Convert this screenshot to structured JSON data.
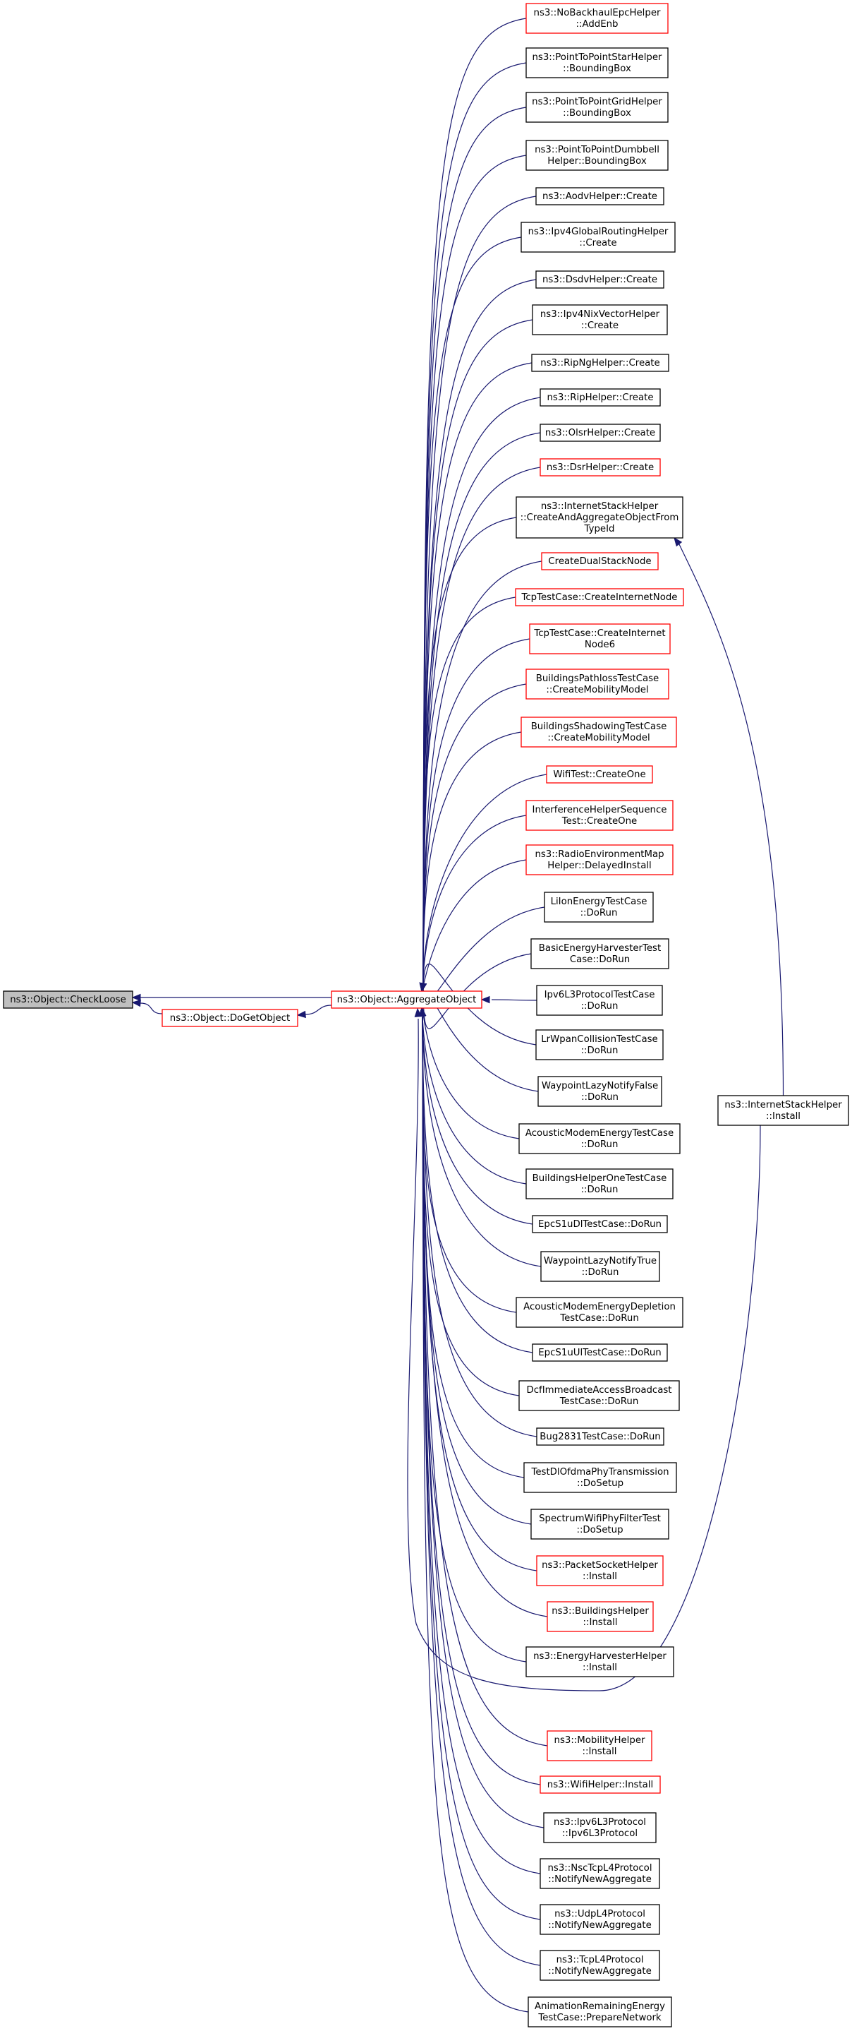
{
  "colors": {
    "edge": "#191970",
    "border_default": "#000000",
    "border_red": "#ff0000",
    "fill_default": "#ffffff",
    "fill_current": "#bfbfbf"
  },
  "nodes": [
    {
      "id": "checkloose",
      "lines": [
        "ns3::Object::CheckLoose"
      ],
      "style": "current"
    },
    {
      "id": "dogetobject",
      "lines": [
        "ns3::Object::DoGetObject"
      ],
      "style": "red"
    },
    {
      "id": "aggregateobject",
      "lines": [
        "ns3::Object::AggregateObject"
      ],
      "style": "red"
    },
    {
      "id": "internetstackhelper-install",
      "lines": [
        "ns3::InternetStackHelper",
        "::Install"
      ],
      "style": "black"
    },
    {
      "id": "nobackhaul-addenb",
      "lines": [
        "ns3::NoBackhaulEpcHelper",
        "::AddEnb"
      ],
      "style": "red"
    },
    {
      "id": "p2pstar-boundingbox",
      "lines": [
        "ns3::PointToPointStarHelper",
        "::BoundingBox"
      ],
      "style": "black"
    },
    {
      "id": "p2pgrid-boundingbox",
      "lines": [
        "ns3::PointToPointGridHelper",
        "::BoundingBox"
      ],
      "style": "black"
    },
    {
      "id": "p2pdumbbell-boundingbox",
      "lines": [
        "ns3::PointToPointDumbbell",
        "Helper::BoundingBox"
      ],
      "style": "black"
    },
    {
      "id": "aodv-create",
      "lines": [
        "ns3::AodvHelper::Create"
      ],
      "style": "black"
    },
    {
      "id": "ipv4globalrouting-create",
      "lines": [
        "ns3::Ipv4GlobalRoutingHelper",
        "::Create"
      ],
      "style": "black"
    },
    {
      "id": "dsdv-create",
      "lines": [
        "ns3::DsdvHelper::Create"
      ],
      "style": "black"
    },
    {
      "id": "ipv4nixvector-create",
      "lines": [
        "ns3::Ipv4NixVectorHelper",
        "::Create"
      ],
      "style": "black"
    },
    {
      "id": "ripng-create",
      "lines": [
        "ns3::RipNgHelper::Create"
      ],
      "style": "black"
    },
    {
      "id": "rip-create",
      "lines": [
        "ns3::RipHelper::Create"
      ],
      "style": "black"
    },
    {
      "id": "olsr-create",
      "lines": [
        "ns3::OlsrHelper::Create"
      ],
      "style": "black"
    },
    {
      "id": "dsr-create",
      "lines": [
        "ns3::DsrHelper::Create"
      ],
      "style": "red"
    },
    {
      "id": "internetstack-createandaggregate",
      "lines": [
        "ns3::InternetStackHelper",
        "::CreateAndAggregateObjectFrom",
        "TypeId"
      ],
      "style": "black"
    },
    {
      "id": "createdualstacknode",
      "lines": [
        "CreateDualStackNode"
      ],
      "style": "red"
    },
    {
      "id": "tcp-createinternetnode",
      "lines": [
        "TcpTestCase::CreateInternetNode"
      ],
      "style": "red"
    },
    {
      "id": "tcp-createinternetnode6",
      "lines": [
        "TcpTestCase::CreateInternet",
        "Node6"
      ],
      "style": "red"
    },
    {
      "id": "buildingspathloss-createmobilitymodel",
      "lines": [
        "BuildingsPathlossTestCase",
        "::CreateMobilityModel"
      ],
      "style": "red"
    },
    {
      "id": "buildingsshadowing-createmobilitymodel",
      "lines": [
        "BuildingsShadowingTestCase",
        "::CreateMobilityModel"
      ],
      "style": "red"
    },
    {
      "id": "wifitest-createone",
      "lines": [
        "WifiTest::CreateOne"
      ],
      "style": "red"
    },
    {
      "id": "interferencehelperseq-createone",
      "lines": [
        "InterferenceHelperSequence",
        "Test::CreateOne"
      ],
      "style": "red"
    },
    {
      "id": "radioenvmap-delayedinstall",
      "lines": [
        "ns3::RadioEnvironmentMap",
        "Helper::DelayedInstall"
      ],
      "style": "red"
    },
    {
      "id": "liionenergy-dorun",
      "lines": [
        "LiIonEnergyTestCase",
        "::DoRun"
      ],
      "style": "black"
    },
    {
      "id": "basicenergyharvester-dorun",
      "lines": [
        "BasicEnergyHarvesterTest",
        "Case::DoRun"
      ],
      "style": "black"
    },
    {
      "id": "ipv6l3protocol-dorun",
      "lines": [
        "Ipv6L3ProtocolTestCase",
        "::DoRun"
      ],
      "style": "black"
    },
    {
      "id": "lrwpancollision-dorun",
      "lines": [
        "LrWpanCollisionTestCase",
        "::DoRun"
      ],
      "style": "black"
    },
    {
      "id": "waypointlazynotifyfalse-dorun",
      "lines": [
        "WaypointLazyNotifyFalse",
        "::DoRun"
      ],
      "style": "black"
    },
    {
      "id": "acousticmodemenergy-dorun",
      "lines": [
        "AcousticModemEnergyTestCase",
        "::DoRun"
      ],
      "style": "black"
    },
    {
      "id": "buildingshelperone-dorun",
      "lines": [
        "BuildingsHelperOneTestCase",
        "::DoRun"
      ],
      "style": "black"
    },
    {
      "id": "epcs1udl-dorun",
      "lines": [
        "EpcS1uDlTestCase::DoRun"
      ],
      "style": "black"
    },
    {
      "id": "waypointlazynotifytrue-dorun",
      "lines": [
        "WaypointLazyNotifyTrue",
        "::DoRun"
      ],
      "style": "black"
    },
    {
      "id": "acousticmodemenergydepletion-dorun",
      "lines": [
        "AcousticModemEnergyDepletion",
        "TestCase::DoRun"
      ],
      "style": "black"
    },
    {
      "id": "epcs1uul-dorun",
      "lines": [
        "EpcS1uUlTestCase::DoRun"
      ],
      "style": "black"
    },
    {
      "id": "dcfimmediateaccess-dorun",
      "lines": [
        "DcfImmediateAccessBroadcast",
        "TestCase::DoRun"
      ],
      "style": "black"
    },
    {
      "id": "bug2831-dorun",
      "lines": [
        "Bug2831TestCase::DoRun"
      ],
      "style": "black"
    },
    {
      "id": "testdlofdmaphy-dosetup",
      "lines": [
        "TestDlOfdmaPhyTransmission",
        "::DoSetup"
      ],
      "style": "black"
    },
    {
      "id": "spectrumwifiphyfilter-dosetup",
      "lines": [
        "SpectrumWifiPhyFilterTest",
        "::DoSetup"
      ],
      "style": "black"
    },
    {
      "id": "packetsocket-install",
      "lines": [
        "ns3::PacketSocketHelper",
        "::Install"
      ],
      "style": "red"
    },
    {
      "id": "buildingshelper-install",
      "lines": [
        "ns3::BuildingsHelper",
        "::Install"
      ],
      "style": "red"
    },
    {
      "id": "energyharvester-install",
      "lines": [
        "ns3::EnergyHarvesterHelper",
        "::Install"
      ],
      "style": "black"
    },
    {
      "id": "mobilityhelper-install",
      "lines": [
        "ns3::MobilityHelper",
        "::Install"
      ],
      "style": "red"
    },
    {
      "id": "wifihelper-install",
      "lines": [
        "ns3::WifiHelper::Install"
      ],
      "style": "red"
    },
    {
      "id": "ipv6l3protocol-ctor",
      "lines": [
        "ns3::Ipv6L3Protocol",
        "::Ipv6L3Protocol"
      ],
      "style": "black"
    },
    {
      "id": "nsctcpl4-notifynewaggregate",
      "lines": [
        "ns3::NscTcpL4Protocol",
        "::NotifyNewAggregate"
      ],
      "style": "black"
    },
    {
      "id": "udpl4-notifynewaggregate",
      "lines": [
        "ns3::UdpL4Protocol",
        "::NotifyNewAggregate"
      ],
      "style": "black"
    },
    {
      "id": "tcpl4-notifynewaggregate",
      "lines": [
        "ns3::TcpL4Protocol",
        "::NotifyNewAggregate"
      ],
      "style": "black"
    },
    {
      "id": "animationremainingenergy-preparenetwork",
      "lines": [
        "AnimationRemainingEnergy",
        "TestCase::PrepareNetwork"
      ],
      "style": "black"
    }
  ],
  "edges": [
    [
      "dogetobject",
      "checkloose"
    ],
    [
      "aggregateobject",
      "checkloose"
    ],
    [
      "aggregateobject",
      "dogetobject"
    ],
    [
      "internetstackhelper-install",
      "internetstack-createandaggregate"
    ],
    [
      "nobackhaul-addenb",
      "aggregateobject"
    ],
    [
      "p2pstar-boundingbox",
      "aggregateobject"
    ],
    [
      "p2pgrid-boundingbox",
      "aggregateobject"
    ],
    [
      "p2pdumbbell-boundingbox",
      "aggregateobject"
    ],
    [
      "aodv-create",
      "aggregateobject"
    ],
    [
      "ipv4globalrouting-create",
      "aggregateobject"
    ],
    [
      "dsdv-create",
      "aggregateobject"
    ],
    [
      "ipv4nixvector-create",
      "aggregateobject"
    ],
    [
      "ripng-create",
      "aggregateobject"
    ],
    [
      "rip-create",
      "aggregateobject"
    ],
    [
      "olsr-create",
      "aggregateobject"
    ],
    [
      "dsr-create",
      "aggregateobject"
    ],
    [
      "internetstack-createandaggregate",
      "aggregateobject"
    ],
    [
      "createdualstacknode",
      "aggregateobject"
    ],
    [
      "tcp-createinternetnode",
      "aggregateobject"
    ],
    [
      "tcp-createinternetnode6",
      "aggregateobject"
    ],
    [
      "buildingspathloss-createmobilitymodel",
      "aggregateobject"
    ],
    [
      "buildingsshadowing-createmobilitymodel",
      "aggregateobject"
    ],
    [
      "wifitest-createone",
      "aggregateobject"
    ],
    [
      "interferencehelperseq-createone",
      "aggregateobject"
    ],
    [
      "radioenvmap-delayedinstall",
      "aggregateobject"
    ],
    [
      "liionenergy-dorun",
      "aggregateobject"
    ],
    [
      "basicenergyharvester-dorun",
      "aggregateobject"
    ],
    [
      "ipv6l3protocol-dorun",
      "aggregateobject"
    ],
    [
      "lrwpancollision-dorun",
      "aggregateobject"
    ],
    [
      "waypointlazynotifyfalse-dorun",
      "aggregateobject"
    ],
    [
      "acousticmodemenergy-dorun",
      "aggregateobject"
    ],
    [
      "buildingshelperone-dorun",
      "aggregateobject"
    ],
    [
      "epcs1udl-dorun",
      "aggregateobject"
    ],
    [
      "waypointlazynotifytrue-dorun",
      "aggregateobject"
    ],
    [
      "acousticmodemenergydepletion-dorun",
      "aggregateobject"
    ],
    [
      "epcs1uul-dorun",
      "aggregateobject"
    ],
    [
      "dcfimmediateaccess-dorun",
      "aggregateobject"
    ],
    [
      "bug2831-dorun",
      "aggregateobject"
    ],
    [
      "testdlofdmaphy-dosetup",
      "aggregateobject"
    ],
    [
      "spectrumwifiphyfilter-dosetup",
      "aggregateobject"
    ],
    [
      "packetsocket-install",
      "aggregateobject"
    ],
    [
      "buildingshelper-install",
      "aggregateobject"
    ],
    [
      "energyharvester-install",
      "aggregateobject"
    ],
    [
      "internetstackhelper-install",
      "aggregateobject"
    ],
    [
      "mobilityhelper-install",
      "aggregateobject"
    ],
    [
      "wifihelper-install",
      "aggregateobject"
    ],
    [
      "ipv6l3protocol-ctor",
      "aggregateobject"
    ],
    [
      "nsctcpl4-notifynewaggregate",
      "aggregateobject"
    ],
    [
      "udpl4-notifynewaggregate",
      "aggregateobject"
    ],
    [
      "tcpl4-notifynewaggregate",
      "aggregateobject"
    ],
    [
      "animationremainingenergy-preparenetwork",
      "aggregateobject"
    ]
  ]
}
